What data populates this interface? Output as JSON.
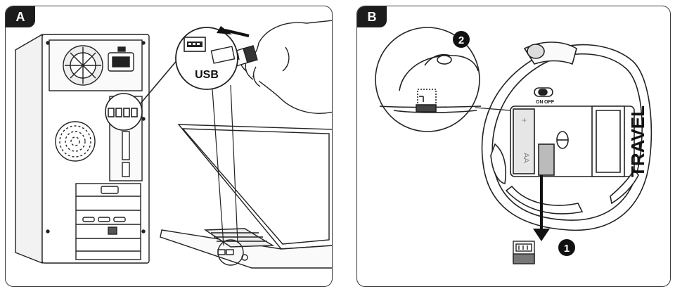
{
  "panel_a": {
    "tag": "A",
    "usb_label": "USB"
  },
  "panel_b": {
    "tag": "B",
    "step_1": "1",
    "step_2": "2",
    "brand_text": "TRAVEL",
    "switch_on": "ON",
    "switch_off": "OFF",
    "battery_plus": "+",
    "battery_aa": "AA"
  }
}
